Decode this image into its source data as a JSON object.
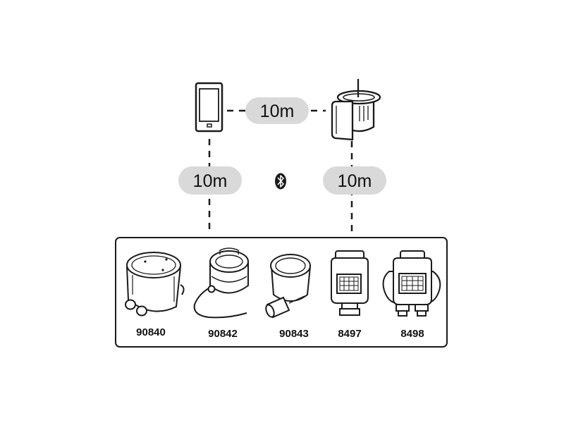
{
  "colors": {
    "line": "#1a1a1a",
    "pill": "#d9d9d9",
    "background": "#ffffff"
  },
  "connections": {
    "phone_to_hub": "10m",
    "phone_to_devices": "10m",
    "hub_to_devices": "10m"
  },
  "center_icon": "bluetooth-icon",
  "top_icons": [
    "smartphone-icon",
    "hub-controller-icon"
  ],
  "devices": [
    {
      "code": "90840",
      "icon": "valve-box-icon"
    },
    {
      "code": "90842",
      "icon": "sensor-with-cable-icon"
    },
    {
      "code": "90843",
      "icon": "inline-valve-icon"
    },
    {
      "code": "8497",
      "icon": "single-outlet-tap-timer-icon"
    },
    {
      "code": "8498",
      "icon": "dual-outlet-tap-timer-icon"
    }
  ]
}
